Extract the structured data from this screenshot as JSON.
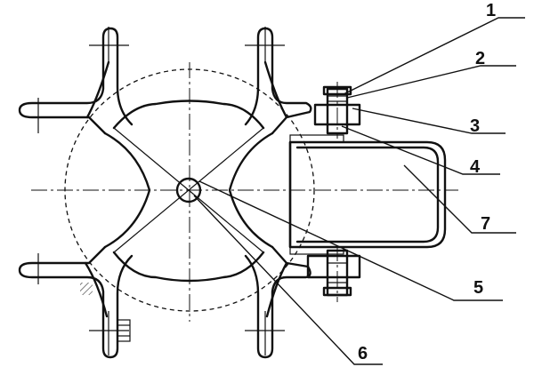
{
  "diagram": {
    "part_labels": [
      "1",
      "2",
      "3",
      "4",
      "7",
      "5",
      "6"
    ]
  }
}
